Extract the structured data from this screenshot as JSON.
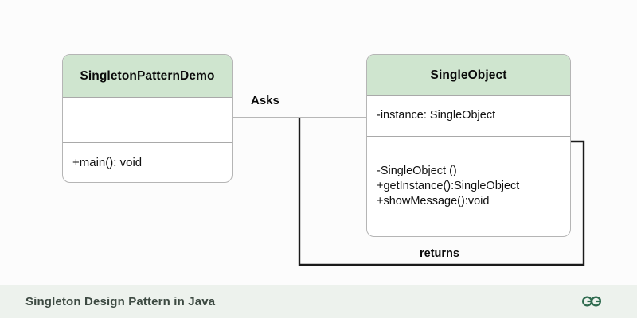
{
  "diagram": {
    "type": "uml-class-diagram",
    "background_color": "#fcfcfc",
    "header_fill_color": "#cfe5cf",
    "border_color": "#b5b5b5",
    "classes": [
      {
        "id": "class-demo",
        "name": "SingletonPatternDemo",
        "attributes": "",
        "operations": "+main(): void"
      },
      {
        "id": "class-single",
        "name": "SingleObject",
        "attributes": "-instance: SingleObject",
        "operations": "-SingleObject ()\n+getInstance():SingleObject\n+showMessage():void"
      }
    ],
    "edges": [
      {
        "id": "edge-asks",
        "label": "Asks",
        "from": "SingletonPatternDemo",
        "to": "SingleObject"
      },
      {
        "id": "edge-returns",
        "label": "returns",
        "from": "SingleObject",
        "to": "SingletonPatternDemo"
      }
    ]
  },
  "footer": {
    "title": "Singleton Design Pattern in Java",
    "background_color": "#edf2ed",
    "text_color": "#3d4a42",
    "logo_name": "geeksforgeeks-logo",
    "logo_color": "#2f6b4f"
  }
}
